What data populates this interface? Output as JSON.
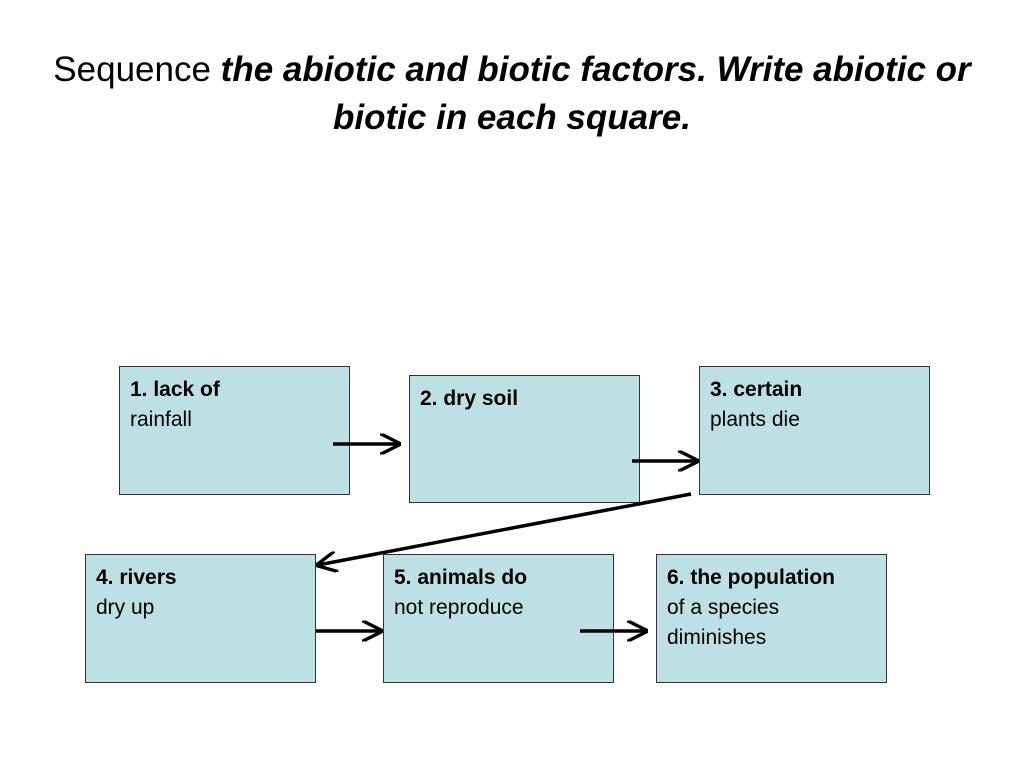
{
  "title": {
    "lead": "Sequence",
    "emphasis": "the abiotic and biotic factors. Write abiotic or biotic in each square."
  },
  "colors": {
    "box_fill": "#bde0e4",
    "box_border": "#333333",
    "arrow": "#000000"
  },
  "boxes": [
    {
      "head": "1. lack of",
      "body": "rainfall"
    },
    {
      "head": "2. dry soil",
      "body": ""
    },
    {
      "head": "3. certain",
      "body": "plants die"
    },
    {
      "head": "4. rivers",
      "body": "dry up"
    },
    {
      "head": "5. animals do",
      "body": "not reproduce"
    },
    {
      "head": "6. the population",
      "body": "of a species diminishes"
    }
  ]
}
